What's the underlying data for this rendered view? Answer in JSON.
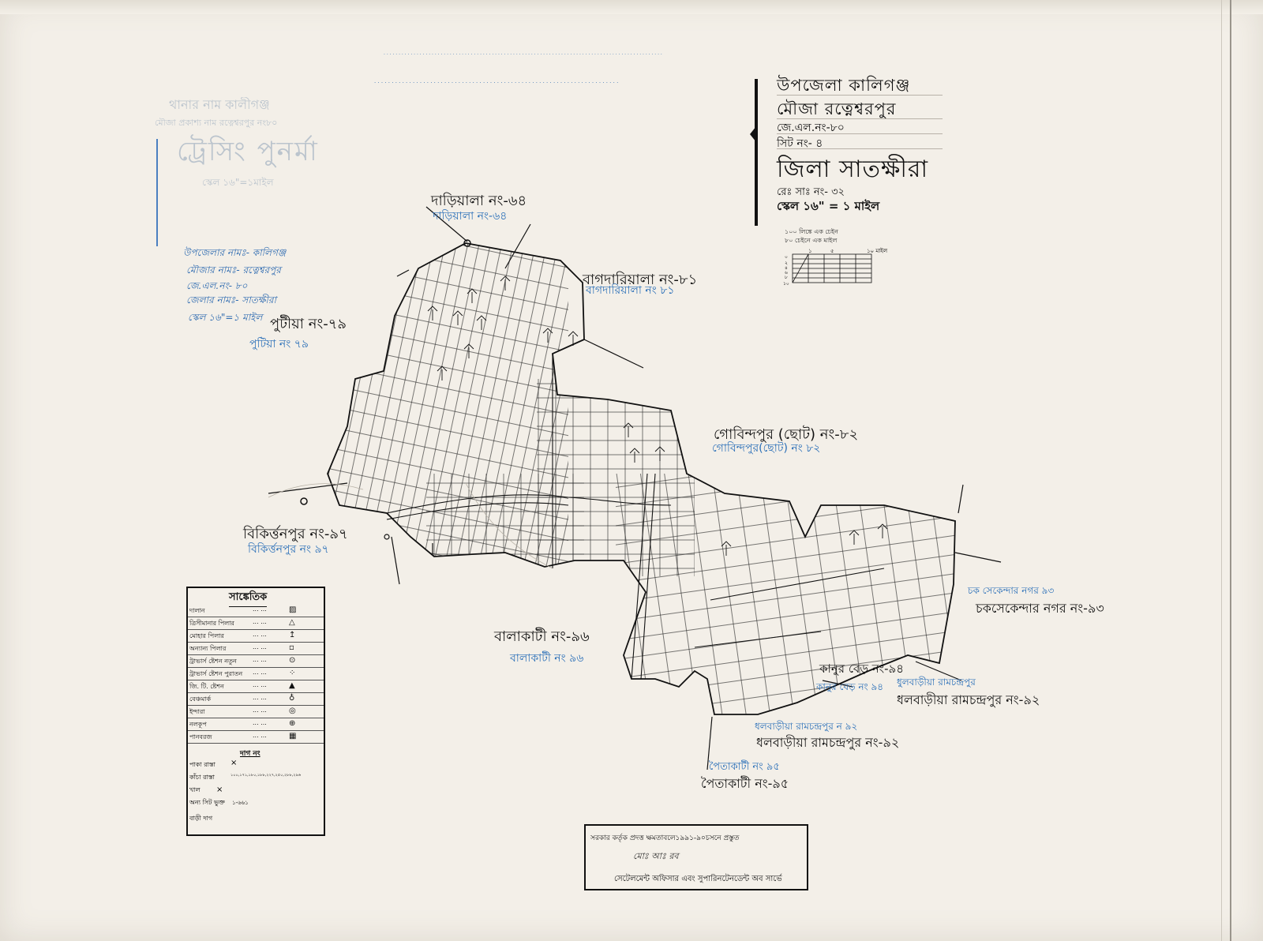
{
  "title_block": {
    "upazila": "উপজেলা কালিগঞ্জ",
    "mouza": "মৌজা রত্নেশ্বরপুর",
    "jl_no": "জে.এল.নং-৮০",
    "sheet_no": "সিট নং- ৪",
    "district": "জিলা সাতক্ষীরা",
    "rs_no": "রেঃ সাঃ নং- ৩২",
    "scale": "স্কেল ১৬\" = ১ মাইল"
  },
  "chain_note": {
    "line1": "১০০ লিঙ্কে এক চেইন",
    "line2": "৮০ চেইনে এক মাইল"
  },
  "scale_bar": {
    "left_ticks": [
      "০",
      "২",
      "৪",
      "৬",
      "৮",
      "১০"
    ],
    "top_labels": [
      "১",
      "৫",
      "১০ মাইল"
    ]
  },
  "stamp": {
    "line1": "থানার নাম কালীগঞ্জ",
    "line2": "মৌজা প্রকাশ্য নাম রত্নেশ্বরপুর নং৮০",
    "line3": "ট্রেসিং পুনর্মা",
    "line4": "স্কেল ১৬\"=১মাইল"
  },
  "hand_notes": {
    "upazila": "উপজেলার নামঃ- কালিগঞ্জ",
    "mouza": "মৌজার নামঃ- রত্নেশ্বরপুর",
    "jl": "জে.এল.নং- ৮০",
    "district": "জেলার নামঃ- সাতক্ষীরা",
    "scale": "স্কেল ১৬\"=১ মাইল"
  },
  "villages": {
    "dariala": "দাড়িয়ালা নং-৬৪",
    "dariala_blue": "দাড়িয়ালা নং-৬৪",
    "bagadaria": "বাগদারিয়ালা নং-৮১",
    "bagadaria_blue": "বাগদারিয়ালা নং ৮১",
    "putia": "পুটীয়া নং-৭৯",
    "putia_blue": "পুটিয়া নং ৭৯",
    "gobindapur": "গোবিন্দপুর (ছোট) নং-৮২",
    "gobindapur_blue": "গোবিন্দপুর(ছোট) নং ৮২",
    "bikirtanpur": "বিকির্ত্তনপুর নং-৯৭",
    "bikirtanpur_blue": "বিকির্ত্তনপুর নং ৯৭",
    "balakati": "বালাকাটী নং-৯৬",
    "balakati_blue": "বালাকাটী নং ৯৬",
    "chak_sekendar": "চকসেকেন্দার নগর নং-৯৩",
    "chak_sekendar_blue": "চক সেকেন্দার নগর ৯৩",
    "kanur_bed": "কানুর বেড় নং-৯৪",
    "kanur_bed_blue": "কানুর বেড় নং ৯৪",
    "dhalbaria_1": "ধলবাড়ীয়া রামচন্দ্রপুর নং-৯২",
    "dhalbaria_1_blue": "ধুলবাড়ীয়া রামচন্দ্রপুর",
    "dhalbaria_2": "ধলবাড়ীয়া রামচন্দ্রপুর নং-৯২",
    "dhalbaria_2_blue": "ধলবাড়ীয়া রামচন্দ্রপুর ন ৯২",
    "poitakati": "পৈতাকাটী নং-৯৫",
    "poitakati_blue": "পৈতাকাটী নং ৯৫"
  },
  "legend": {
    "title": "সাঙ্কেতিক",
    "rows": [
      {
        "name": "দালান",
        "dots": "... ...",
        "sym": "▨"
      },
      {
        "name": "ত্রিসীমানার পিলার",
        "dots": "... ...",
        "sym": "△"
      },
      {
        "name": "মোহার পিলার",
        "dots": "... ...",
        "sym": "↥"
      },
      {
        "name": "অন্যান্য পিলার",
        "dots": "... ...",
        "sym": "▫"
      },
      {
        "name": "ট্রাভার্স ষ্টেশন নতুন",
        "dots": "... ...",
        "sym": "⊙"
      },
      {
        "name": "ট্রাভার্স ষ্টেশন পুরাতন",
        "dots": "... ...",
        "sym": "⁘"
      },
      {
        "name": "জি. টি. ষ্টেশন",
        "dots": "... ...",
        "sym": "▲"
      },
      {
        "name": "বেঞ্চমার্ক",
        "dots": "... ...",
        "sym": "♁"
      },
      {
        "name": "ইন্দারা",
        "dots": "... ...",
        "sym": "◎"
      },
      {
        "name": "নলকূপ",
        "dots": "... ...",
        "sym": "⊕"
      },
      {
        "name": "পানবরজ",
        "dots": "... ...",
        "sym": "▦"
      }
    ],
    "sub_title": "দাগ নং",
    "pakka": "পাকা রাস্তা",
    "pakka_mark": "×",
    "kacha": "কাঁচা রাস্তা",
    "kacha_vals": "১০০,১৭১,১৮০,১৮৮,২২৭,২৫০,২৮৮,২৯৬",
    "khal": "খাল",
    "khal_mark": "×",
    "other_sheet": "অন্য সিট ভুক্ত",
    "other_vals": "১-৬৬১",
    "bari_dag": "বাড়ী দাগ"
  },
  "certification": {
    "top": "সরকার কর্তৃক প্রদত্ত ক্ষমতাবলে১৯৯১-৯০চসনে প্রস্তুত",
    "sign": "মোঃ আঃ রব",
    "bottom": "সেটেলমেন্ট অফিসার এবং সুপারিনটেনডেন্ট অব সার্ভে"
  },
  "colors": {
    "ink": "#111111",
    "blue_ink": "#2a6fb8",
    "paper": "#f3efe8"
  }
}
